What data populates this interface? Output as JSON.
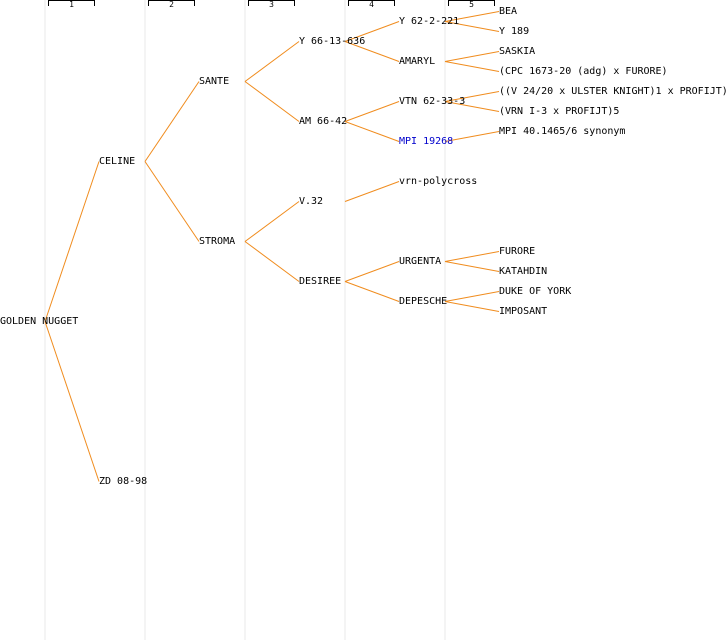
{
  "generations": [
    "1",
    "2",
    "3",
    "4",
    "5"
  ],
  "colors": {
    "edge": "#f08c1e",
    "guide": "#e8e8e8",
    "link": "#0000cc",
    "text": "#000000"
  },
  "nodes": [
    {
      "id": "golden-nugget",
      "label": "GOLDEN NUGGET",
      "gen": 0,
      "slot": 16,
      "parent": null
    },
    {
      "id": "celine",
      "label": "CELINE",
      "gen": 1,
      "slot": 8,
      "parent": "golden-nugget"
    },
    {
      "id": "zd-08-98",
      "label": "ZD 08-98",
      "gen": 1,
      "slot": 24,
      "parent": "golden-nugget"
    },
    {
      "id": "sante",
      "label": "SANTE",
      "gen": 2,
      "slot": 4,
      "parent": "celine"
    },
    {
      "id": "stroma",
      "label": "STROMA",
      "gen": 2,
      "slot": 12,
      "parent": "celine"
    },
    {
      "id": "y-66-13-636",
      "label": "Y 66-13-636",
      "gen": 3,
      "slot": 2,
      "parent": "sante"
    },
    {
      "id": "am-66-42",
      "label": "AM 66-42",
      "gen": 3,
      "slot": 6,
      "parent": "sante"
    },
    {
      "id": "v32",
      "label": "V.32",
      "gen": 3,
      "slot": 10,
      "parent": "stroma"
    },
    {
      "id": "desiree",
      "label": "DESIREE",
      "gen": 3,
      "slot": 14,
      "parent": "stroma"
    },
    {
      "id": "y-62-2-221",
      "label": "Y 62-2-221",
      "gen": 4,
      "slot": 1,
      "parent": "y-66-13-636"
    },
    {
      "id": "amaryl",
      "label": "AMARYL",
      "gen": 4,
      "slot": 3,
      "parent": "y-66-13-636"
    },
    {
      "id": "vtn-62-33-3",
      "label": "VTN 62-33-3",
      "gen": 4,
      "slot": 5,
      "parent": "am-66-42"
    },
    {
      "id": "mpi-19268",
      "label": "MPI 19268",
      "gen": 4,
      "slot": 7,
      "parent": "am-66-42",
      "link": true
    },
    {
      "id": "vrn-polycross",
      "label": "vrn-polycross",
      "gen": 4,
      "slot": 9,
      "parent": "v32"
    },
    {
      "id": "urgenta",
      "label": "URGENTA",
      "gen": 4,
      "slot": 13,
      "parent": "desiree"
    },
    {
      "id": "depesche",
      "label": "DEPESCHE",
      "gen": 4,
      "slot": 15,
      "parent": "desiree"
    },
    {
      "id": "bea",
      "label": "BEA",
      "gen": 5,
      "slot": 0.5,
      "parent": "y-62-2-221"
    },
    {
      "id": "y-189",
      "label": "Y 189",
      "gen": 5,
      "slot": 1.5,
      "parent": "y-62-2-221"
    },
    {
      "id": "saskia",
      "label": "SASKIA",
      "gen": 5,
      "slot": 2.5,
      "parent": "amaryl"
    },
    {
      "id": "cpc-1673-20",
      "label": "(CPC 1673-20 (adg) x FURORE)",
      "gen": 5,
      "slot": 3.5,
      "parent": "amaryl"
    },
    {
      "id": "v-24-20",
      "label": "((V 24/20 x ULSTER KNIGHT)1 x PROFIJT)",
      "gen": 5,
      "slot": 4.5,
      "parent": "vtn-62-33-3"
    },
    {
      "id": "vrn-i-3",
      "label": "(VRN I-3 x PROFIJT)5",
      "gen": 5,
      "slot": 5.5,
      "parent": "vtn-62-33-3"
    },
    {
      "id": "mpi-40-1465-6",
      "label": "MPI 40.1465/6 synonym",
      "gen": 5,
      "slot": 6.5,
      "parent": "mpi-19268"
    },
    {
      "id": "furore",
      "label": "FURORE",
      "gen": 5,
      "slot": 12.5,
      "parent": "urgenta"
    },
    {
      "id": "katahdin",
      "label": "KATAHDIN",
      "gen": 5,
      "slot": 13.5,
      "parent": "urgenta"
    },
    {
      "id": "duke-of-york",
      "label": "DUKE OF YORK",
      "gen": 5,
      "slot": 14.5,
      "parent": "depesche"
    },
    {
      "id": "imposant",
      "label": "IMPOSANT",
      "gen": 5,
      "slot": 15.5,
      "parent": "depesche"
    }
  ]
}
